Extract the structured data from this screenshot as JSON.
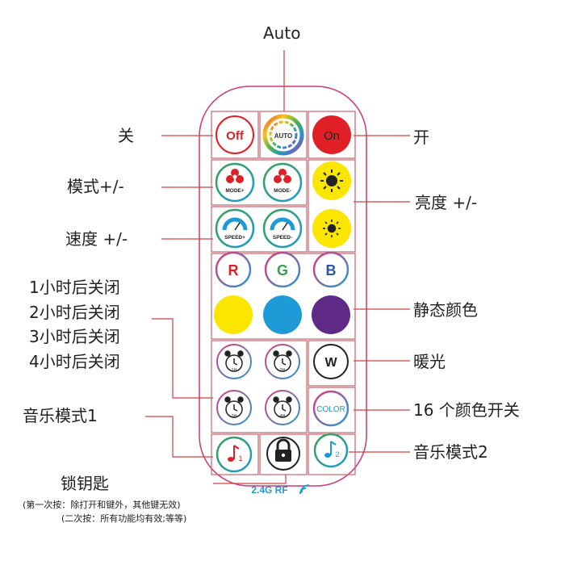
{
  "labels": {
    "auto": "Auto",
    "off_cn": "关",
    "on_cn": "开",
    "mode": "模式+/-",
    "brightness": "亮度 +/-",
    "speed": "速度 +/-",
    "timer_1h": "1小时后关闭",
    "timer_2h": "2小时后关闭",
    "timer_3h": "3小时后关闭",
    "timer_4h": "4小时后关闭",
    "static_color": "静态颜色",
    "warm": "暖光",
    "color16": "16 个颜色开关",
    "music1": "音乐模式1",
    "music2": "音乐模式2",
    "lock": "锁钥匙",
    "lock_note1": "(第一次按：除打开和键外，其他键无效)",
    "lock_note2": "(二次按：所有功能均有效;等等)"
  },
  "buttons": {
    "off": "Off",
    "auto": "AUTO",
    "on": "On",
    "mode_plus": "MODE+",
    "mode_minus": "MODE-",
    "speed_plus": "SPEED+",
    "speed_minus": "SPEED-",
    "red": "R",
    "green": "G",
    "blue": "B",
    "warm": "W",
    "color": "COLOR",
    "timer_1": "1H",
    "timer_2": "2H",
    "timer_3": "3H",
    "timer_4": "4H",
    "music_1": "1",
    "music_2": "2"
  },
  "remote": {
    "rf_label": "2.4G RF"
  },
  "colors": {
    "frame": "#d0357c",
    "leader": "#d2403f",
    "on": "#e01f26",
    "off_text": "#e01f26",
    "red_letter": "#e01f26",
    "green_letter": "#3aa14a",
    "blue_letter": "#2b57a3",
    "yellow": "#fbe600",
    "cyan": "#1e9ad6",
    "purple": "#5e2a86",
    "rf_blue": "#1e9ad6"
  },
  "icons": {
    "brightness": "sun-icon",
    "lock": "padlock-icon",
    "music": "music-note-icon",
    "timer": "alarm-clock-icon",
    "mode": "flower-icon",
    "speed": "speedometer-icon",
    "rf": "wifi-signal-icon"
  }
}
